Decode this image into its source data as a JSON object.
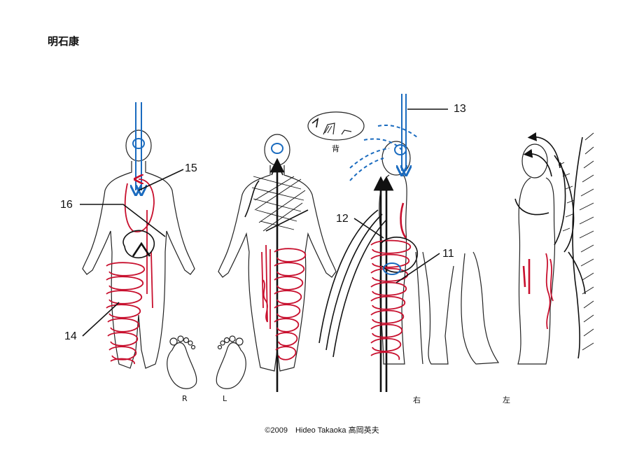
{
  "title": "明石康",
  "labels": {
    "foot_right": "R",
    "foot_left": "L",
    "back_caption": "背",
    "side_right": "右",
    "side_left": "左"
  },
  "callouts": {
    "n11": "11",
    "n12": "12",
    "n13": "13",
    "n14": "14",
    "n15": "15",
    "n16": "16"
  },
  "copyright": "©2009　Hideo Takaoka  高岡英夫",
  "colors": {
    "line_black": "#111111",
    "line_blue": "#1a6bbf",
    "line_red": "#c8102e"
  }
}
